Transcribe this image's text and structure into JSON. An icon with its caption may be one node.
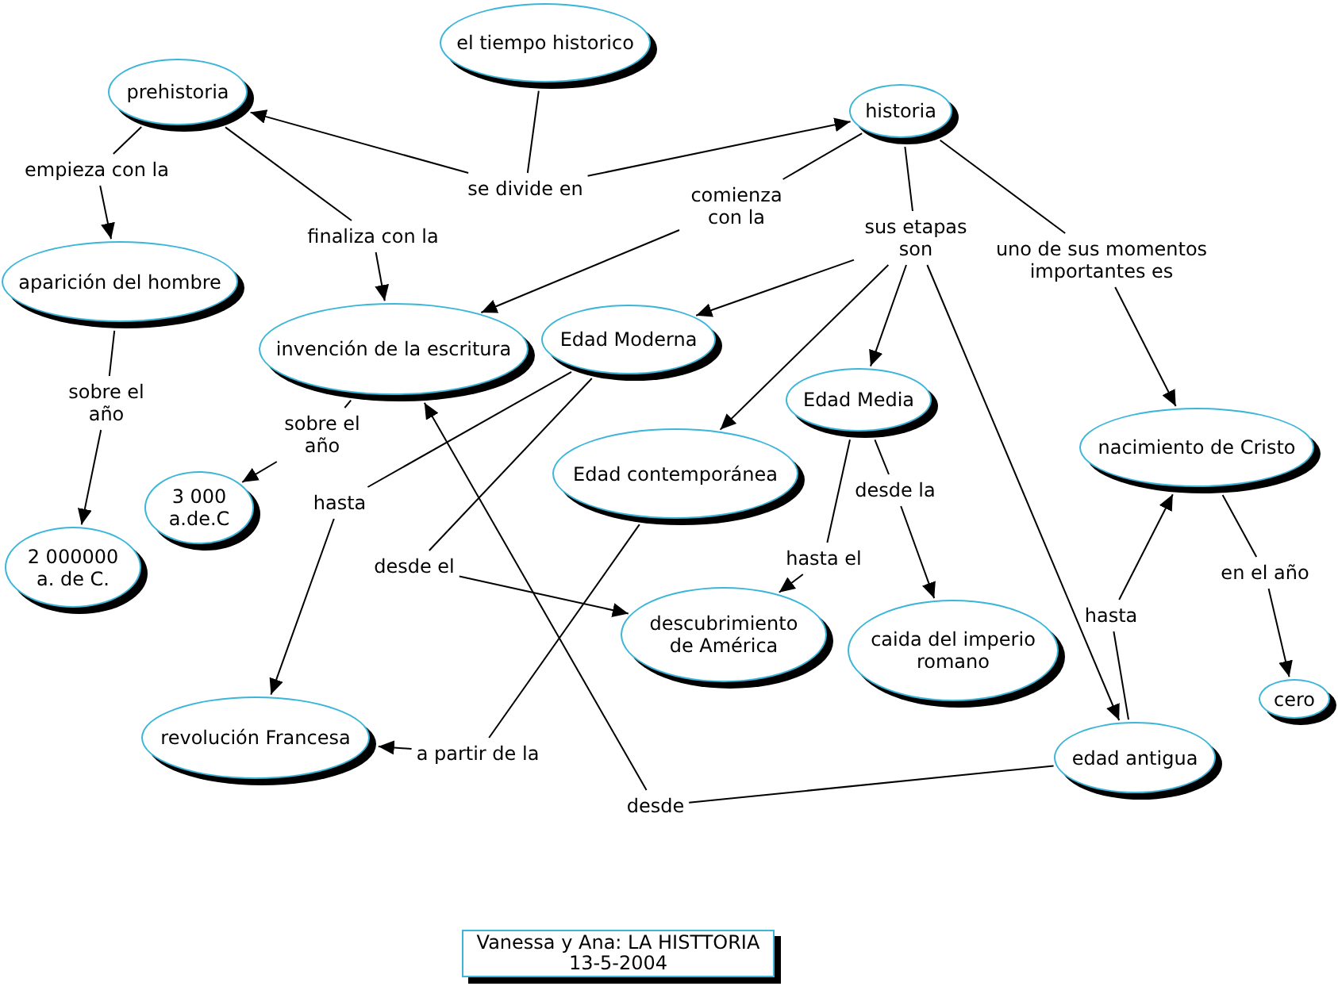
{
  "diagram": {
    "nodes": [
      {
        "text": [
          "el tiempo historico"
        ]
      },
      {
        "text": [
          "prehistoria"
        ]
      },
      {
        "text": [
          "historia"
        ]
      },
      {
        "text": [
          "empieza con la"
        ]
      },
      {
        "text": [
          "se divide en"
        ]
      },
      {
        "text": [
          "comienza con la"
        ]
      },
      {
        "text": [
          "finaliza con la"
        ]
      },
      {
        "text": [
          "sus etapas son"
        ]
      },
      {
        "text": [
          "uno de sus momentos importantes es"
        ]
      },
      {
        "text": [
          "aparición del hombre"
        ]
      },
      {
        "text": [
          "invención de la escritura"
        ]
      },
      {
        "text": [
          "Edad Moderna"
        ]
      },
      {
        "text": [
          "Edad Media"
        ]
      },
      {
        "text": [
          "sobre el año"
        ]
      },
      {
        "text": [
          "sobre el año"
        ]
      },
      {
        "text": [
          "Edad contemporánea"
        ]
      },
      {
        "text": [
          "nacimiento de Cristo"
        ]
      },
      {
        "text": [
          "3 000 a.de.C"
        ]
      },
      {
        "text": [
          "desde la"
        ]
      },
      {
        "text": [
          "hasta"
        ]
      },
      {
        "text": [
          "2 000000 a. de C."
        ]
      },
      {
        "text": [
          "hasta el"
        ]
      },
      {
        "text": [
          "desde el"
        ]
      },
      {
        "text": [
          "en el año"
        ]
      },
      {
        "text": [
          "descubrimiento de América"
        ]
      },
      {
        "text": [
          "caida del imperio romano"
        ]
      },
      {
        "text": [
          "hasta"
        ]
      },
      {
        "text": [
          "cero"
        ]
      },
      {
        "text": [
          "revolución Francesa"
        ]
      },
      {
        "text": [
          "edad antigua"
        ]
      },
      {
        "text": [
          "a partir de la"
        ]
      },
      {
        "text": [
          "desde"
        ]
      },
      {
        "text": [
          "Vanessa y Ana: LA HISTTORIA",
          "13-5-2004"
        ]
      }
    ],
    "edges": [
      {
        "from": 0,
        "to": 4,
        "arrow": "none"
      },
      {
        "from": 4,
        "to": 1,
        "arrow": "to"
      },
      {
        "from": 4,
        "to": 2,
        "arrow": "to"
      },
      {
        "from": 1,
        "to": 3,
        "arrow": "none"
      },
      {
        "from": 3,
        "to": 9,
        "arrow": "to"
      },
      {
        "from": 1,
        "to": 6,
        "arrow": "none"
      },
      {
        "from": 6,
        "to": 10,
        "arrow": "to"
      },
      {
        "from": 2,
        "to": 5,
        "arrow": "none"
      },
      {
        "from": 5,
        "to": 10,
        "arrow": "to"
      },
      {
        "from": 2,
        "to": 7,
        "arrow": "none"
      },
      {
        "from": 7,
        "to": 11,
        "arrow": "to"
      },
      {
        "from": 7,
        "to": 15,
        "arrow": "to"
      },
      {
        "from": 7,
        "to": 12,
        "arrow": "to"
      },
      {
        "from": 7,
        "to": 29,
        "arrow": "to"
      },
      {
        "from": 2,
        "to": 8,
        "arrow": "none"
      },
      {
        "from": 8,
        "to": 16,
        "arrow": "to"
      },
      {
        "from": 9,
        "to": 13,
        "arrow": "none"
      },
      {
        "from": 13,
        "to": 20,
        "arrow": "to"
      },
      {
        "from": 10,
        "to": 14,
        "arrow": "none"
      },
      {
        "from": 14,
        "to": 17,
        "arrow": "to"
      },
      {
        "from": 11,
        "to": 19,
        "arrow": "none"
      },
      {
        "from": 19,
        "to": 28,
        "arrow": "to"
      },
      {
        "from": 11,
        "to": 22,
        "arrow": "none"
      },
      {
        "from": 22,
        "to": 24,
        "arrow": "to"
      },
      {
        "from": 12,
        "to": 21,
        "arrow": "none"
      },
      {
        "from": 21,
        "to": 24,
        "arrow": "to"
      },
      {
        "from": 12,
        "to": 18,
        "arrow": "none"
      },
      {
        "from": 18,
        "to": 25,
        "arrow": "to"
      },
      {
        "from": 15,
        "to": 30,
        "arrow": "none"
      },
      {
        "from": 30,
        "to": 28,
        "arrow": "to"
      },
      {
        "from": 29,
        "to": 31,
        "arrow": "none"
      },
      {
        "from": 31,
        "to": 10,
        "arrow": "to"
      },
      {
        "from": 29,
        "to": 26,
        "arrow": "none"
      },
      {
        "from": 26,
        "to": 16,
        "arrow": "to"
      },
      {
        "from": 16,
        "to": 23,
        "arrow": "none"
      },
      {
        "from": 23,
        "to": 27,
        "arrow": "to"
      }
    ]
  }
}
